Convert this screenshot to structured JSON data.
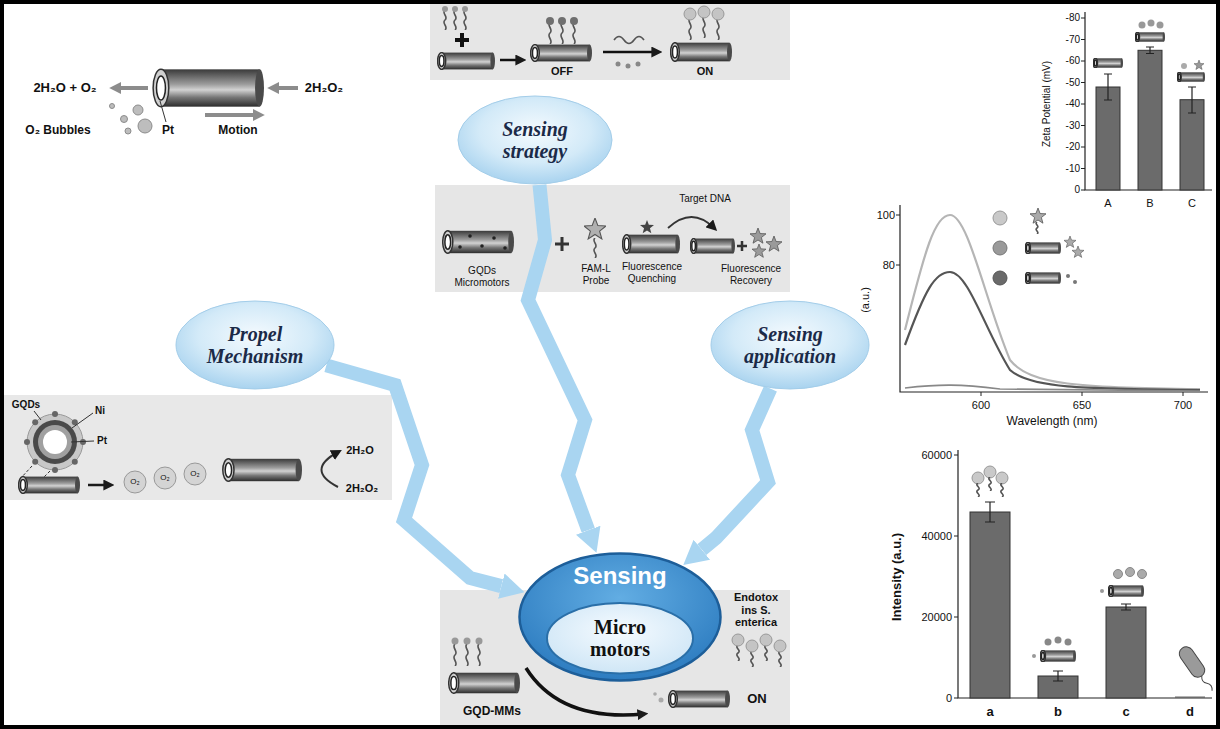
{
  "diagram": {
    "nodes": [
      {
        "text": [
          "Propel Mechanism"
        ]
      },
      {
        "text": [
          "Sensing strategy"
        ]
      },
      {
        "text": [
          "Sensing application"
        ]
      },
      {
        "text": [
          "Sensing"
        ]
      },
      {
        "text": [
          "Micro motors"
        ],
        "in": 3
      }
    ],
    "edges": [
      {
        "from": 0,
        "to": 3,
        "arrow": "to"
      },
      {
        "from": 1,
        "to": 3,
        "arrow": "to"
      },
      {
        "from": 2,
        "to": 3,
        "arrow": "to"
      }
    ],
    "labels": [
      "2H₂O + O₂",
      "2H₂O₂",
      "Pt",
      "O₂ Bubbles",
      "Motion",
      "OFF",
      "ON",
      "GQDs",
      "Ni",
      "Pt",
      "O₂",
      "O₂",
      "O₂",
      "2H₂O",
      "2H₂O₂",
      "GQDs Micromotors",
      "FAM-L Probe",
      "Fluorescence Quenching",
      "Target DNA",
      "Fluorescence Recovery",
      "-80",
      "-70",
      "-60",
      "-50",
      "-40",
      "-30",
      "-20",
      "-10",
      "0",
      "Zeta Potential (mV)",
      "A",
      "B",
      "C",
      "100",
      "80",
      "(a.u.)",
      "600",
      "650",
      "700",
      "Wavelength (nm)",
      "60000",
      "40000",
      "20000",
      "0",
      "Intensity (a.u.)",
      "a",
      "b",
      "c",
      "d",
      "GQD-MMs",
      "ON",
      "Endotox ins S. enterica"
    ]
  }
}
